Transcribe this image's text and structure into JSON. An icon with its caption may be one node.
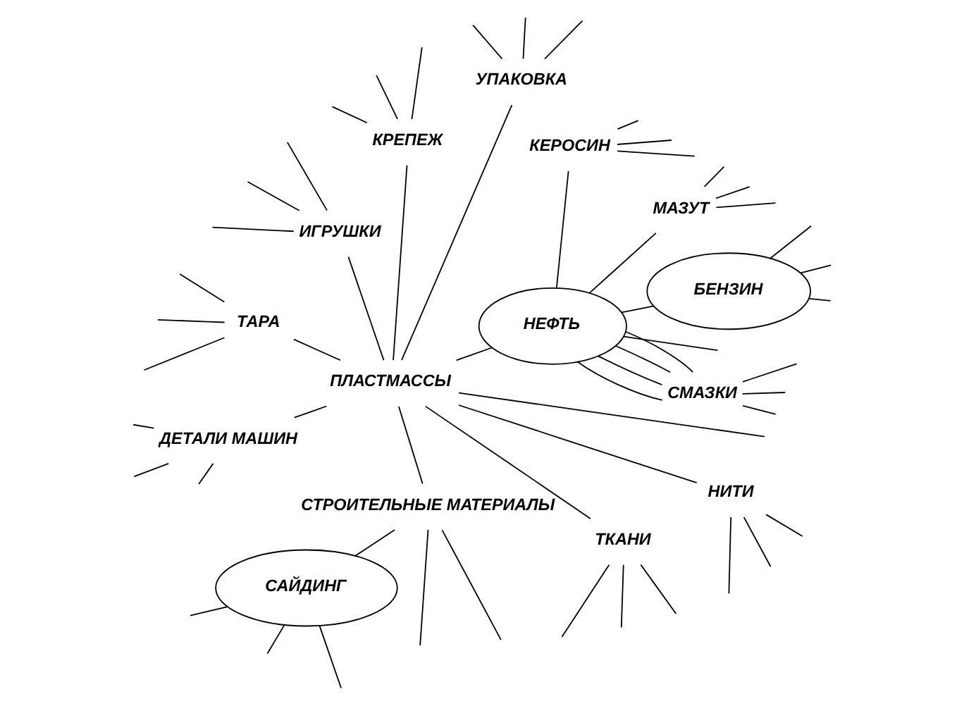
{
  "diagram": {
    "nodes": [
      {
        "text": [
          "БЕНЗИН"
        ]
      },
      {
        "text": [
          "МАЗУТ"
        ]
      },
      {
        "text": [
          "КЕРОСИН"
        ]
      },
      {
        "text": [
          "УПАКОВКА"
        ]
      },
      {
        "text": [
          "КРЕПЕЖ"
        ]
      },
      {
        "text": [
          "ИГРУШКИ"
        ]
      },
      {
        "text": [
          "ТАРА"
        ]
      },
      {
        "text": [
          "НЕФТЬ"
        ]
      },
      {
        "text": [
          "ПЛАСТМАССЫ"
        ]
      },
      {
        "text": [
          "ДЕТАЛИ МАШИН"
        ]
      },
      {
        "text": [
          "СМАЗКИ"
        ]
      },
      {
        "text": [
          "СТРОИТЕЛЬНЫЕ МАТЕРИАЛЫ"
        ]
      },
      {
        "text": [
          "ТКАНИ"
        ]
      },
      {
        "text": [
          "НИТИ"
        ]
      },
      {
        "text": [
          "САЙДИНГ"
        ]
      }
    ],
    "edges": [
      {
        "from": 0,
        "to": null,
        "arrow": "none"
      },
      {
        "from": 0,
        "to": null,
        "arrow": "none"
      },
      {
        "from": 0,
        "to": null,
        "arrow": "none"
      },
      {
        "from": 1,
        "to": null,
        "arrow": "none"
      },
      {
        "from": 1,
        "to": null,
        "arrow": "none"
      },
      {
        "from": 1,
        "to": null,
        "arrow": "none"
      },
      {
        "from": 2,
        "to": null,
        "arrow": "none"
      },
      {
        "from": 2,
        "to": null,
        "arrow": "none"
      },
      {
        "from": 2,
        "to": null,
        "arrow": "none"
      },
      {
        "from": 3,
        "to": null,
        "arrow": "none"
      },
      {
        "from": 3,
        "to": null,
        "arrow": "none"
      },
      {
        "from": 3,
        "to": null,
        "arrow": "none"
      },
      {
        "from": 4,
        "to": null,
        "arrow": "none"
      },
      {
        "from": 4,
        "to": null,
        "arrow": "none"
      },
      {
        "from": 4,
        "to": null,
        "arrow": "none"
      },
      {
        "from": 5,
        "to": null,
        "arrow": "none"
      },
      {
        "from": 5,
        "to": null,
        "arrow": "none"
      },
      {
        "from": 5,
        "to": null,
        "arrow": "none"
      },
      {
        "from": 7,
        "to": 0,
        "arrow": "none"
      },
      {
        "from": 7,
        "to": 1,
        "arrow": "none"
      },
      {
        "from": 7,
        "to": 2,
        "arrow": "none"
      },
      {
        "from": 7,
        "to": null,
        "arrow": "none"
      },
      {
        "from": 7,
        "to": 8,
        "arrow": "none"
      },
      {
        "from": 7,
        "to": 10,
        "arrow": "none"
      },
      {
        "from": 7,
        "to": 10,
        "arrow": "none"
      },
      {
        "from": 7,
        "to": 10,
        "arrow": "none"
      },
      {
        "from": 7,
        "to": 10,
        "arrow": "none"
      },
      {
        "from": 8,
        "to": null,
        "arrow": "none"
      },
      {
        "from": 8,
        "to": 3,
        "arrow": "none"
      },
      {
        "from": 8,
        "to": 4,
        "arrow": "none"
      },
      {
        "from": 8,
        "to": 5,
        "arrow": "none"
      },
      {
        "from": 8,
        "to": 6,
        "arrow": "none"
      },
      {
        "from": 8,
        "to": 9,
        "arrow": "none"
      },
      {
        "from": 8,
        "to": 12,
        "arrow": "none"
      },
      {
        "from": 8,
        "to": 13,
        "arrow": "none"
      },
      {
        "from": 8,
        "to": 11,
        "arrow": "none"
      },
      {
        "from": 6,
        "to": null,
        "arrow": "none"
      },
      {
        "from": 6,
        "to": null,
        "arrow": "none"
      },
      {
        "from": 6,
        "to": null,
        "arrow": "none"
      },
      {
        "from": 9,
        "to": null,
        "arrow": "none"
      },
      {
        "from": 9,
        "to": null,
        "arrow": "none"
      },
      {
        "from": 9,
        "to": null,
        "arrow": "none"
      },
      {
        "from": 10,
        "to": null,
        "arrow": "none"
      },
      {
        "from": 10,
        "to": null,
        "arrow": "none"
      },
      {
        "from": 10,
        "to": null,
        "arrow": "none"
      },
      {
        "from": 11,
        "to": 14,
        "arrow": "none"
      },
      {
        "from": 11,
        "to": null,
        "arrow": "none"
      },
      {
        "from": 11,
        "to": null,
        "arrow": "none"
      },
      {
        "from": 12,
        "to": null,
        "arrow": "none"
      },
      {
        "from": 12,
        "to": null,
        "arrow": "none"
      },
      {
        "from": 12,
        "to": null,
        "arrow": "none"
      },
      {
        "from": 13,
        "to": null,
        "arrow": "none"
      },
      {
        "from": 13,
        "to": null,
        "arrow": "none"
      },
      {
        "from": 13,
        "to": null,
        "arrow": "none"
      },
      {
        "from": 14,
        "to": null,
        "arrow": "none"
      },
      {
        "from": 14,
        "to": null,
        "arrow": "none"
      },
      {
        "from": 14,
        "to": null,
        "arrow": "none"
      }
    ]
  }
}
